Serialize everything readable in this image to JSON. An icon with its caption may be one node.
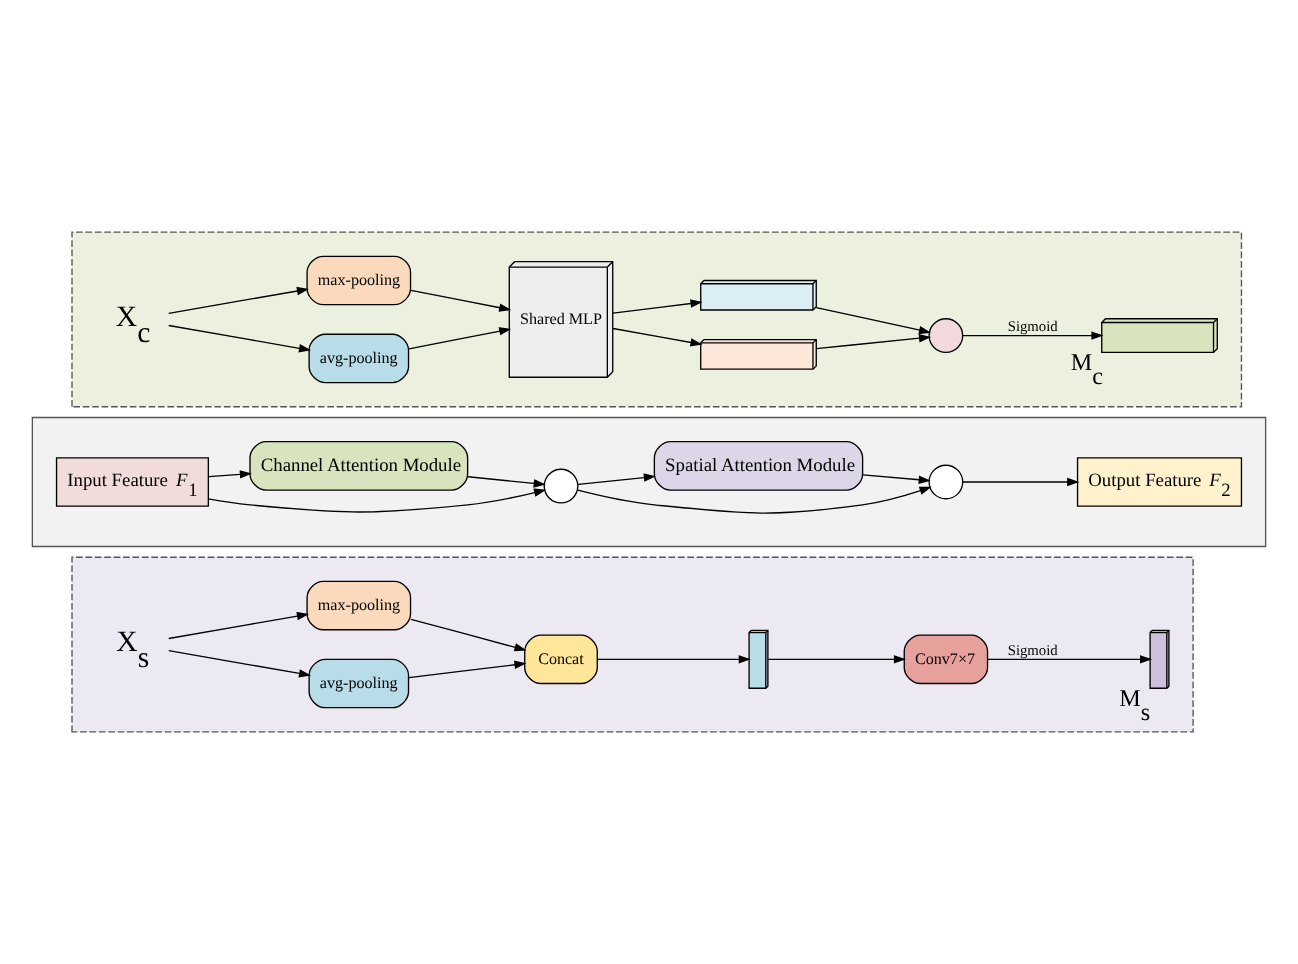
{
  "diagram": {
    "nodes": [
      {
        "text": [],
        "shape": "box"
      },
      {
        "text": [
          "X$_{c}$"
        ],
        "in": 0
      },
      {
        "text": [
          "max-pooling"
        ],
        "in": 0
      },
      {
        "text": [
          "avg-pooling"
        ],
        "in": 0
      },
      {
        "text": [
          "Shared MLP"
        ],
        "in": 0
      },
      {
        "text": [],
        "shape": "box",
        "in": 0
      },
      {
        "text": [],
        "shape": "box",
        "in": 0
      },
      {
        "text": [],
        "shape": "circle",
        "in": 0
      },
      {
        "text": [],
        "shape": "box",
        "in": 0,
        "beside": [
          "M$_{c}$"
        ]
      },
      {
        "text": [],
        "shape": "box"
      },
      {
        "text": [
          "Input Feature *F*$_{1}$"
        ],
        "in": 9
      },
      {
        "text": [
          "Channel Attention Module"
        ],
        "in": 9
      },
      {
        "text": [],
        "shape": "circle",
        "in": 9
      },
      {
        "text": [
          "Spatial Attention Module"
        ],
        "in": 9
      },
      {
        "text": [],
        "shape": "circle",
        "in": 9
      },
      {
        "text": [
          "Output Feature *F*$_{2}$"
        ],
        "in": 9
      },
      {
        "text": [],
        "shape": "box"
      },
      {
        "text": [
          "X$_{s}$"
        ],
        "in": 16
      },
      {
        "text": [
          "max-pooling"
        ],
        "in": 16
      },
      {
        "text": [
          "avg-pooling"
        ],
        "in": 16
      },
      {
        "text": [
          "Concat"
        ],
        "in": 16
      },
      {
        "text": [],
        "shape": "box",
        "in": 16
      },
      {
        "text": [
          "Conv7×7"
        ],
        "in": 16
      },
      {
        "text": [],
        "shape": "box",
        "in": 16,
        "beside": [
          "M$_{s}$"
        ]
      }
    ],
    "edges": [
      {
        "from": 1,
        "to": 2,
        "arrow": "to"
      },
      {
        "from": 1,
        "to": 3,
        "arrow": "to"
      },
      {
        "from": 2,
        "to": 4,
        "arrow": "to"
      },
      {
        "from": 3,
        "to": 4,
        "arrow": "to"
      },
      {
        "from": 4,
        "to": 5,
        "arrow": "to"
      },
      {
        "from": 4,
        "to": 6,
        "arrow": "to"
      },
      {
        "from": 5,
        "to": 7,
        "arrow": "to"
      },
      {
        "from": 6,
        "to": 7,
        "arrow": "to"
      },
      {
        "from": 7,
        "to": 8,
        "arrow": "to",
        "label": "Sigmoid"
      },
      {
        "from": 10,
        "to": 11,
        "arrow": "to"
      },
      {
        "from": 11,
        "to": 12,
        "arrow": "to"
      },
      {
        "from": 10,
        "to": 12,
        "arrow": "to"
      },
      {
        "from": 12,
        "to": 13,
        "arrow": "to"
      },
      {
        "from": 13,
        "to": 14,
        "arrow": "to"
      },
      {
        "from": 12,
        "to": 14,
        "arrow": "to"
      },
      {
        "from": 14,
        "to": 15,
        "arrow": "to"
      },
      {
        "from": 17,
        "to": 18,
        "arrow": "to"
      },
      {
        "from": 17,
        "to": 19,
        "arrow": "to"
      },
      {
        "from": 18,
        "to": 20,
        "arrow": "to"
      },
      {
        "from": 19,
        "to": 20,
        "arrow": "to"
      },
      {
        "from": 20,
        "to": 21,
        "arrow": "to"
      },
      {
        "from": 21,
        "to": 22,
        "arrow": "to"
      },
      {
        "from": 22,
        "to": 23,
        "arrow": "to",
        "label": "Sigmoid"
      }
    ]
  }
}
